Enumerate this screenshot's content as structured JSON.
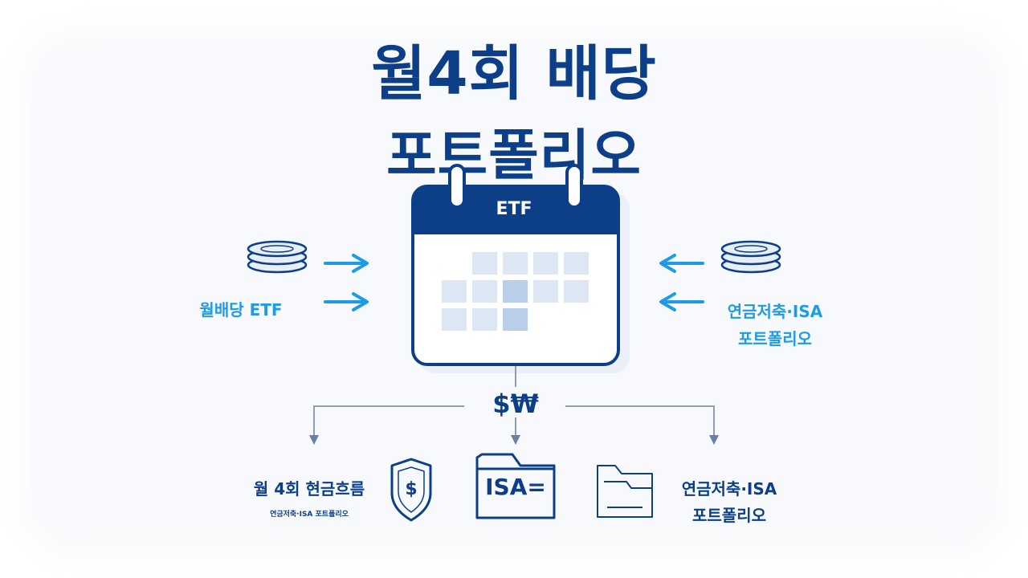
{
  "title": {
    "line1": "월4회 배당",
    "line2": "포트폴리오"
  },
  "calendar": {
    "header": "ETF"
  },
  "left": {
    "label": "월배당 ETF"
  },
  "right": {
    "label_line1": "연금저축·ISA",
    "label_line2": "포트폴리오"
  },
  "currency": "$₩",
  "bottom": {
    "left_title": "월 4회 현금흐름",
    "left_sub": "연금저축·ISA 포트폴리오",
    "folder_label": "ISA=",
    "right_line1": "연금저축·ISA",
    "right_line2": "포트폴리오"
  },
  "colors": {
    "navy": "#0c3f87",
    "accent_blue": "#1e9be6",
    "line": "#6b7fa3"
  },
  "icons": [
    "coin-stack-icon",
    "arrow-right-icon",
    "arrow-left-icon",
    "calendar-icon",
    "shield-dollar-icon",
    "folder-icon",
    "document-folder-icon"
  ]
}
